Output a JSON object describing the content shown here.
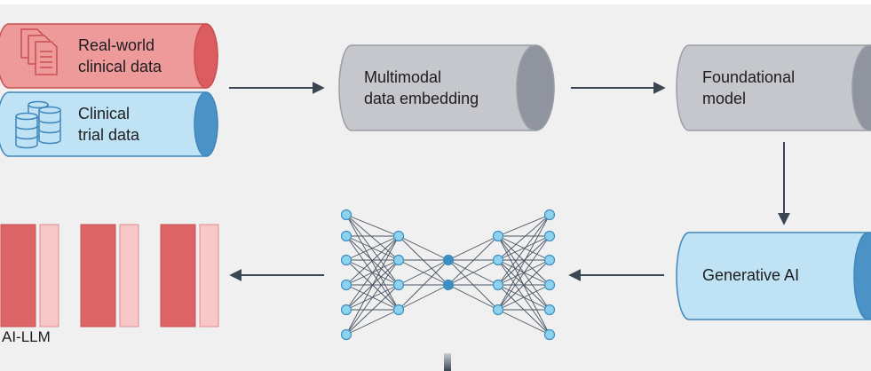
{
  "nodes": {
    "real_world": {
      "line1": "Real-world",
      "line2": "clinical data"
    },
    "clinical_trial": {
      "line1": "Clinical",
      "line2": "trial data"
    },
    "embedding": {
      "line1": "Multimodal",
      "line2": "data embedding"
    },
    "foundational": {
      "line1": "Foundational",
      "line2": "model"
    },
    "generative": {
      "line1": "Generative AI"
    }
  },
  "output_label": "AI-LLM",
  "colors": {
    "red_body": "#ee9a9b",
    "red_cap": "#dc5d5f",
    "red_stroke": "#c94e52",
    "blue_body": "#bfe3f4",
    "blue_cap": "#4b93c6",
    "blue_stroke": "#3f86bb",
    "gray_body": "#c5c7cc",
    "gray_cap": "#8f949e",
    "gray_stroke": "#9a9ea6",
    "arrow": "#3b4653",
    "node_fill": "#8ed3ee",
    "node_stroke": "#3c8fc2",
    "bar_dark": "#de6567",
    "bar_light": "#f8c8c8",
    "background": "#f0f0f1"
  },
  "icons": {
    "real_world": "documents-icon",
    "clinical_trial": "database-icon"
  }
}
